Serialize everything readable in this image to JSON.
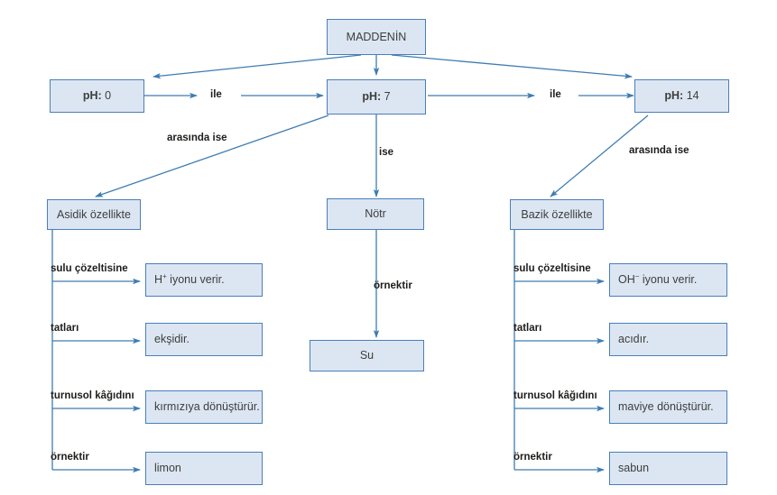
{
  "diagram": {
    "title_node": {
      "label": "MADDENİN"
    },
    "ph_nodes": [
      {
        "id": "ph0",
        "label_bold": "pH:",
        "label_value": "0"
      },
      {
        "id": "ph7",
        "label_bold": "pH:",
        "label_value": "7"
      },
      {
        "id": "ph14",
        "label_bold": "pH:",
        "label_value": "14"
      }
    ],
    "top_edge_labels": {
      "ile_left": "ile",
      "ile_right": "ile"
    },
    "branch_edge_labels": {
      "acidic": "arasında ise",
      "neutral": "ise",
      "basic": "arasında ise"
    },
    "branches": {
      "acidic": {
        "heading": "Asidik özellikte",
        "rows": [
          {
            "label": "sulu çözeltisine",
            "value_prefix": "H",
            "value_sup": "+",
            "value_rest": " iyonu verir."
          },
          {
            "label": "tatları",
            "value": "ekşidir."
          },
          {
            "label": "turnusol kâğıdını",
            "value": "kırmızıya dönüştürür."
          },
          {
            "label": "örnektir",
            "value": "limon"
          }
        ]
      },
      "neutral": {
        "heading": "Nötr",
        "example_edge_label": "örnektir",
        "example": "Su"
      },
      "basic": {
        "heading": "Bazik özellikte",
        "rows": [
          {
            "label": "sulu çözeltisine",
            "value_prefix": "OH",
            "value_sup": "−",
            "value_rest": " iyonu verir."
          },
          {
            "label": "tatları",
            "value": "acıdır."
          },
          {
            "label": "turnusol kâğıdını",
            "value": "maviye dönüştürür."
          },
          {
            "label": "örnektir",
            "value": "sabun"
          }
        ]
      }
    },
    "colors": {
      "box_fill": "#dce6f2",
      "box_border": "#4a7ebb",
      "connector": "#3e7cb1",
      "text": "#3d3d3d",
      "label_text": "#1d1d1b"
    }
  }
}
